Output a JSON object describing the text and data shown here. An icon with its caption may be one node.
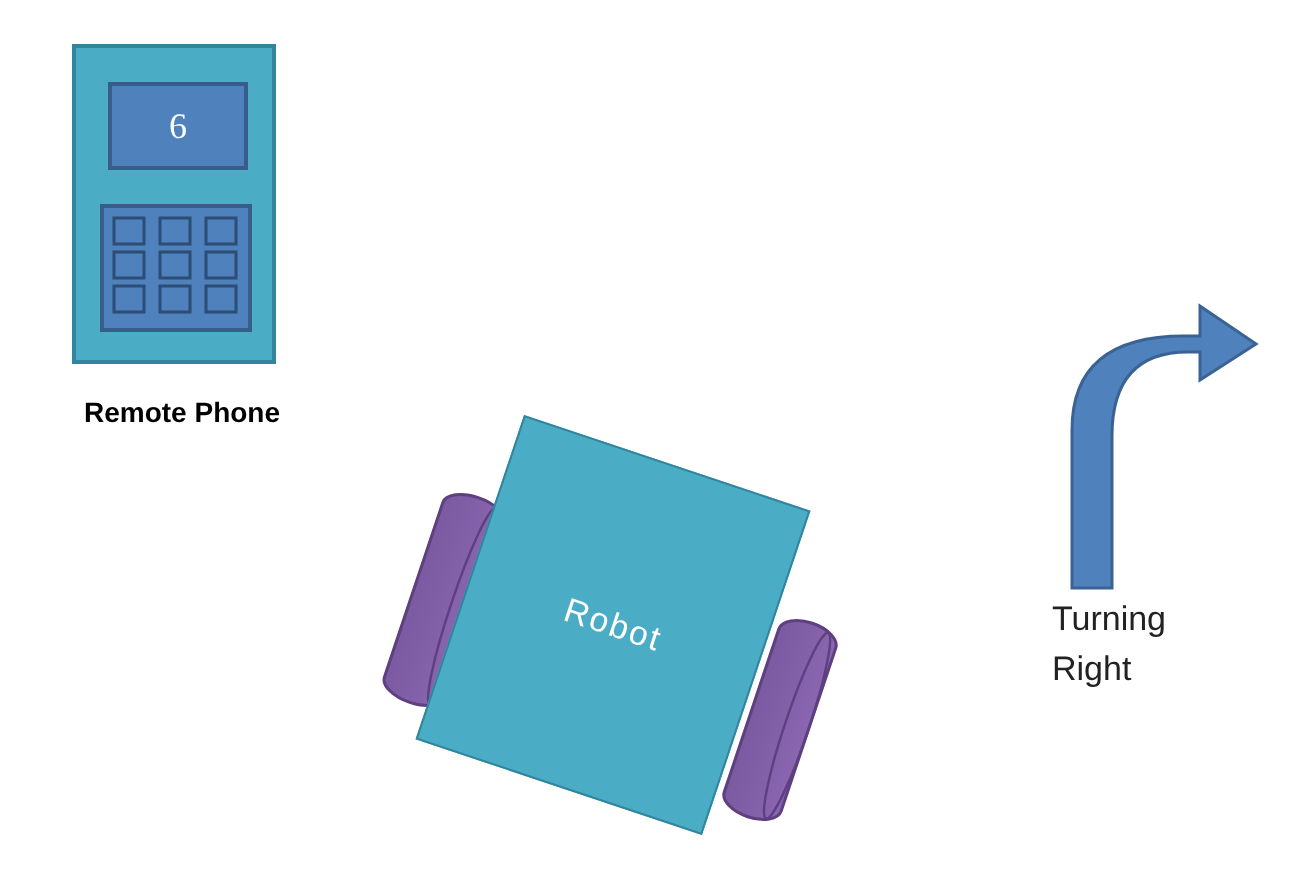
{
  "diagram": {
    "nodes": [
      {
        "text": [
          "Remote Phone"
        ]
      },
      {
        "text": [
          "6"
        ],
        "in": 0
      },
      {
        "text": [
          "Robot"
        ]
      }
    ],
    "labels": [
      "Turning Right"
    ]
  }
}
